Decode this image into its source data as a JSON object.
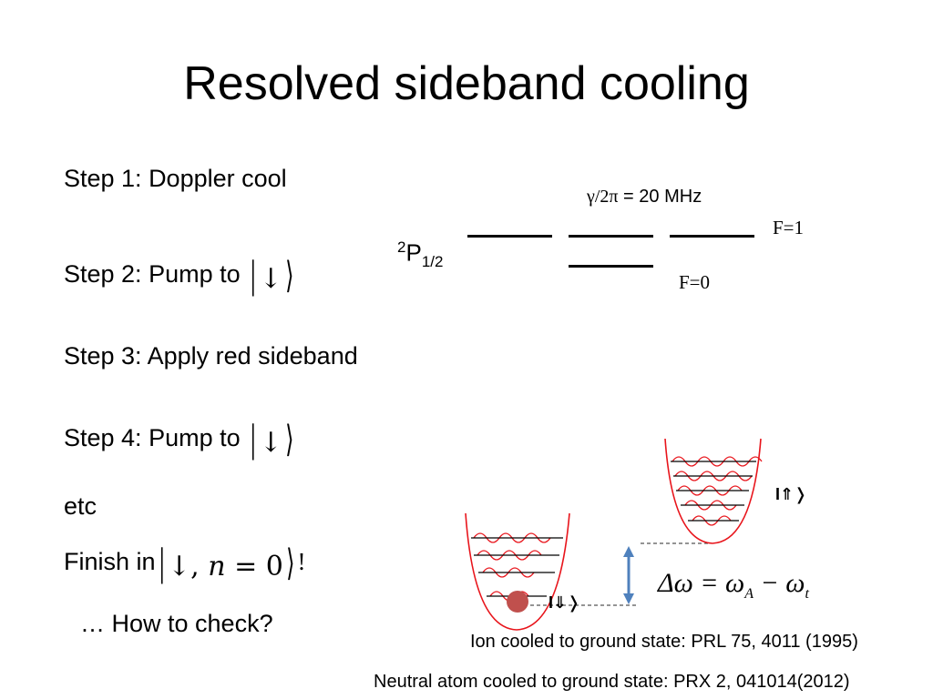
{
  "title": "Resolved sideband cooling",
  "steps": {
    "step1": "Step 1: Doppler cool",
    "step2": "Step 2: Pump to",
    "step3": "Step 3: Apply red sideband",
    "step4": "Step 4: Pump to",
    "etc": "etc",
    "finish_prefix": "Finish in",
    "finish_suffix": "!",
    "check": "… How to check?"
  },
  "kets": {
    "down": "↓",
    "down_n": "↓, ",
    "n_eq": "n",
    "eq_zero": " = 0"
  },
  "levels": {
    "term_super": "2",
    "term_letter": "P",
    "term_sub": "1/2",
    "linewidth_symbol": "γ/2π",
    "linewidth_value": " = 20 MHz",
    "f1": "F=1",
    "f0": "F=0"
  },
  "diagram": {
    "ground_label": "I⇓❭",
    "excited_label": "I⇑❭",
    "delta_omega": "Δω = ω",
    "sub_a": "A",
    "minus_omega": " − ω",
    "sub_t": "t",
    "well_color": "#e8141b",
    "ion_color": "#c0504d",
    "arrow_color": "#4f81bd"
  },
  "references": {
    "ion": "Ion cooled to ground state: PRL 75, 4011 (1995)",
    "neutral": "Neutral atom cooled to ground state: PRX 2, 041014(2012)"
  }
}
